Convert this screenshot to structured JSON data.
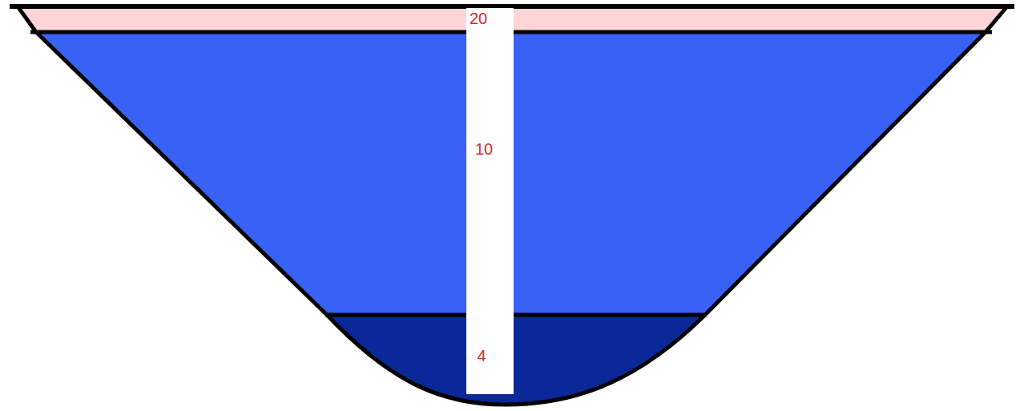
{
  "diagram": {
    "labels": [
      "20",
      "10",
      "4"
    ]
  }
}
